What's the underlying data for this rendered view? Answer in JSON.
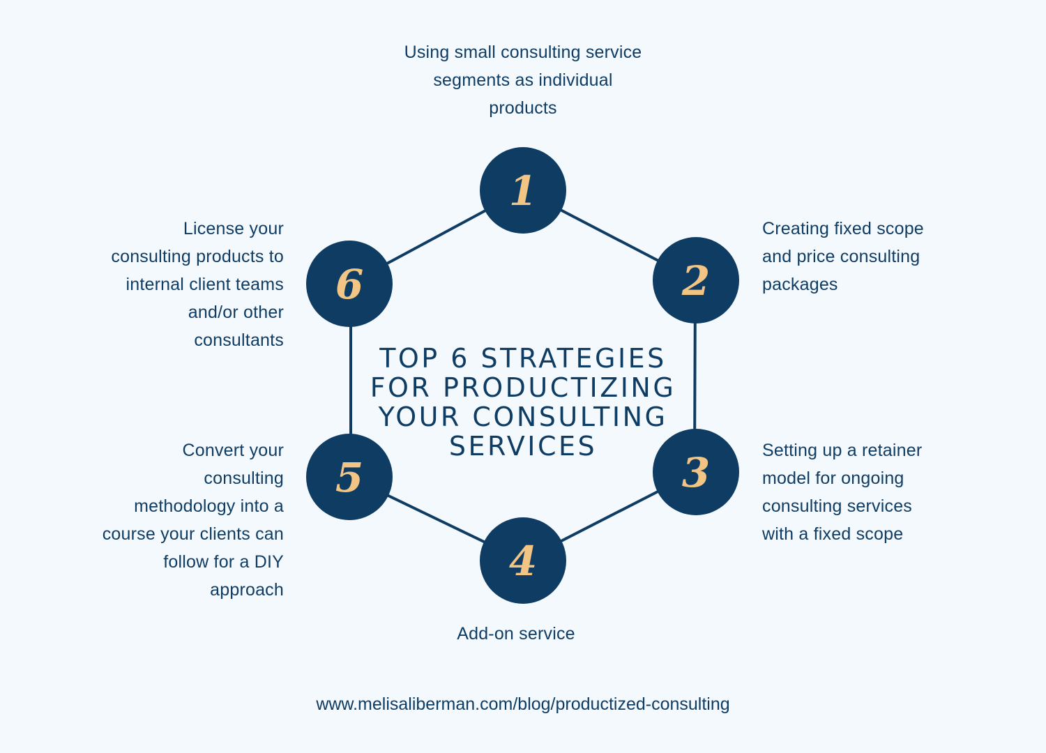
{
  "colors": {
    "background": "#f4f9fe",
    "primary": "#0f3c63",
    "accent": "#f3c584"
  },
  "title": {
    "lines": [
      "Top 6 Strategies",
      "for Productizing",
      "Your Consulting",
      "Services"
    ]
  },
  "nodes": [
    {
      "number": "1",
      "label": "Using small consulting service segments as individual products"
    },
    {
      "number": "2",
      "label": "Creating fixed scope and price consulting packages"
    },
    {
      "number": "3",
      "label": "Setting up a retainer model for ongoing consulting services with a fixed scope"
    },
    {
      "number": "4",
      "label": "Add-on service"
    },
    {
      "number": "5",
      "label": "Convert your consulting methodology into a course your clients can follow for a DIY approach"
    },
    {
      "number": "6",
      "label": "License your consulting products to internal client teams and/or other consultants"
    }
  ],
  "caption_lines": {
    "node1": [
      "Using small consulting service",
      "segments as individual",
      "products"
    ],
    "node2": [
      "Creating fixed scope",
      "and price consulting",
      "packages"
    ],
    "node3": [
      "Setting up a retainer",
      "model for ongoing",
      "consulting services",
      "with a fixed scope"
    ],
    "node4": [
      "Add-on service"
    ],
    "node5": [
      "Convert your",
      "consulting",
      "methodology into a",
      "course your clients can",
      "follow for a DIY",
      "approach"
    ],
    "node6": [
      "License your",
      "consulting products to",
      "internal client teams",
      "and/or other",
      "consultants"
    ]
  },
  "footer": {
    "url": "www.melisaliberman.com/blog/productized-consulting"
  }
}
